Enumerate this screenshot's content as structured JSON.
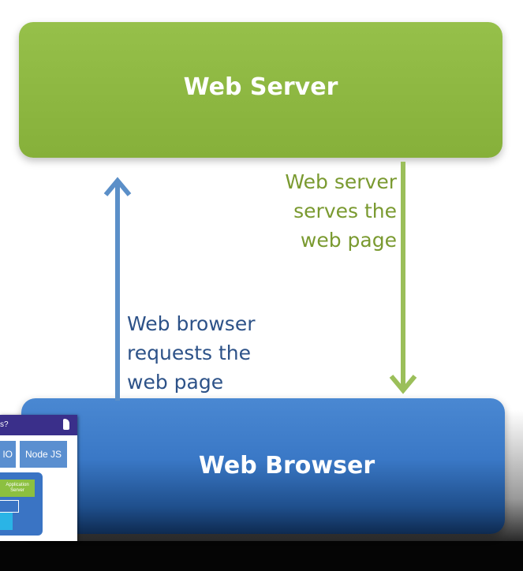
{
  "diagram": {
    "server_box": {
      "label": "Web Server",
      "color": "#8ab63e"
    },
    "browser_box": {
      "label": "Web Browser",
      "color": "#3b78c6"
    },
    "server_label": [
      "Web server",
      "serves the",
      "web page"
    ],
    "browser_label": [
      "Web browser",
      "requests the",
      "web page"
    ],
    "colors": {
      "green_arrow": "#9bbf5a",
      "blue_arrow": "#5b8fc8",
      "green_text": "#7a9a30",
      "blue_text": "#2d5288"
    }
  },
  "thumbnail": {
    "title": "s?",
    "chip_left": "IO",
    "chip_right": "Node JS",
    "green_box": [
      "Application",
      "Server"
    ]
  }
}
